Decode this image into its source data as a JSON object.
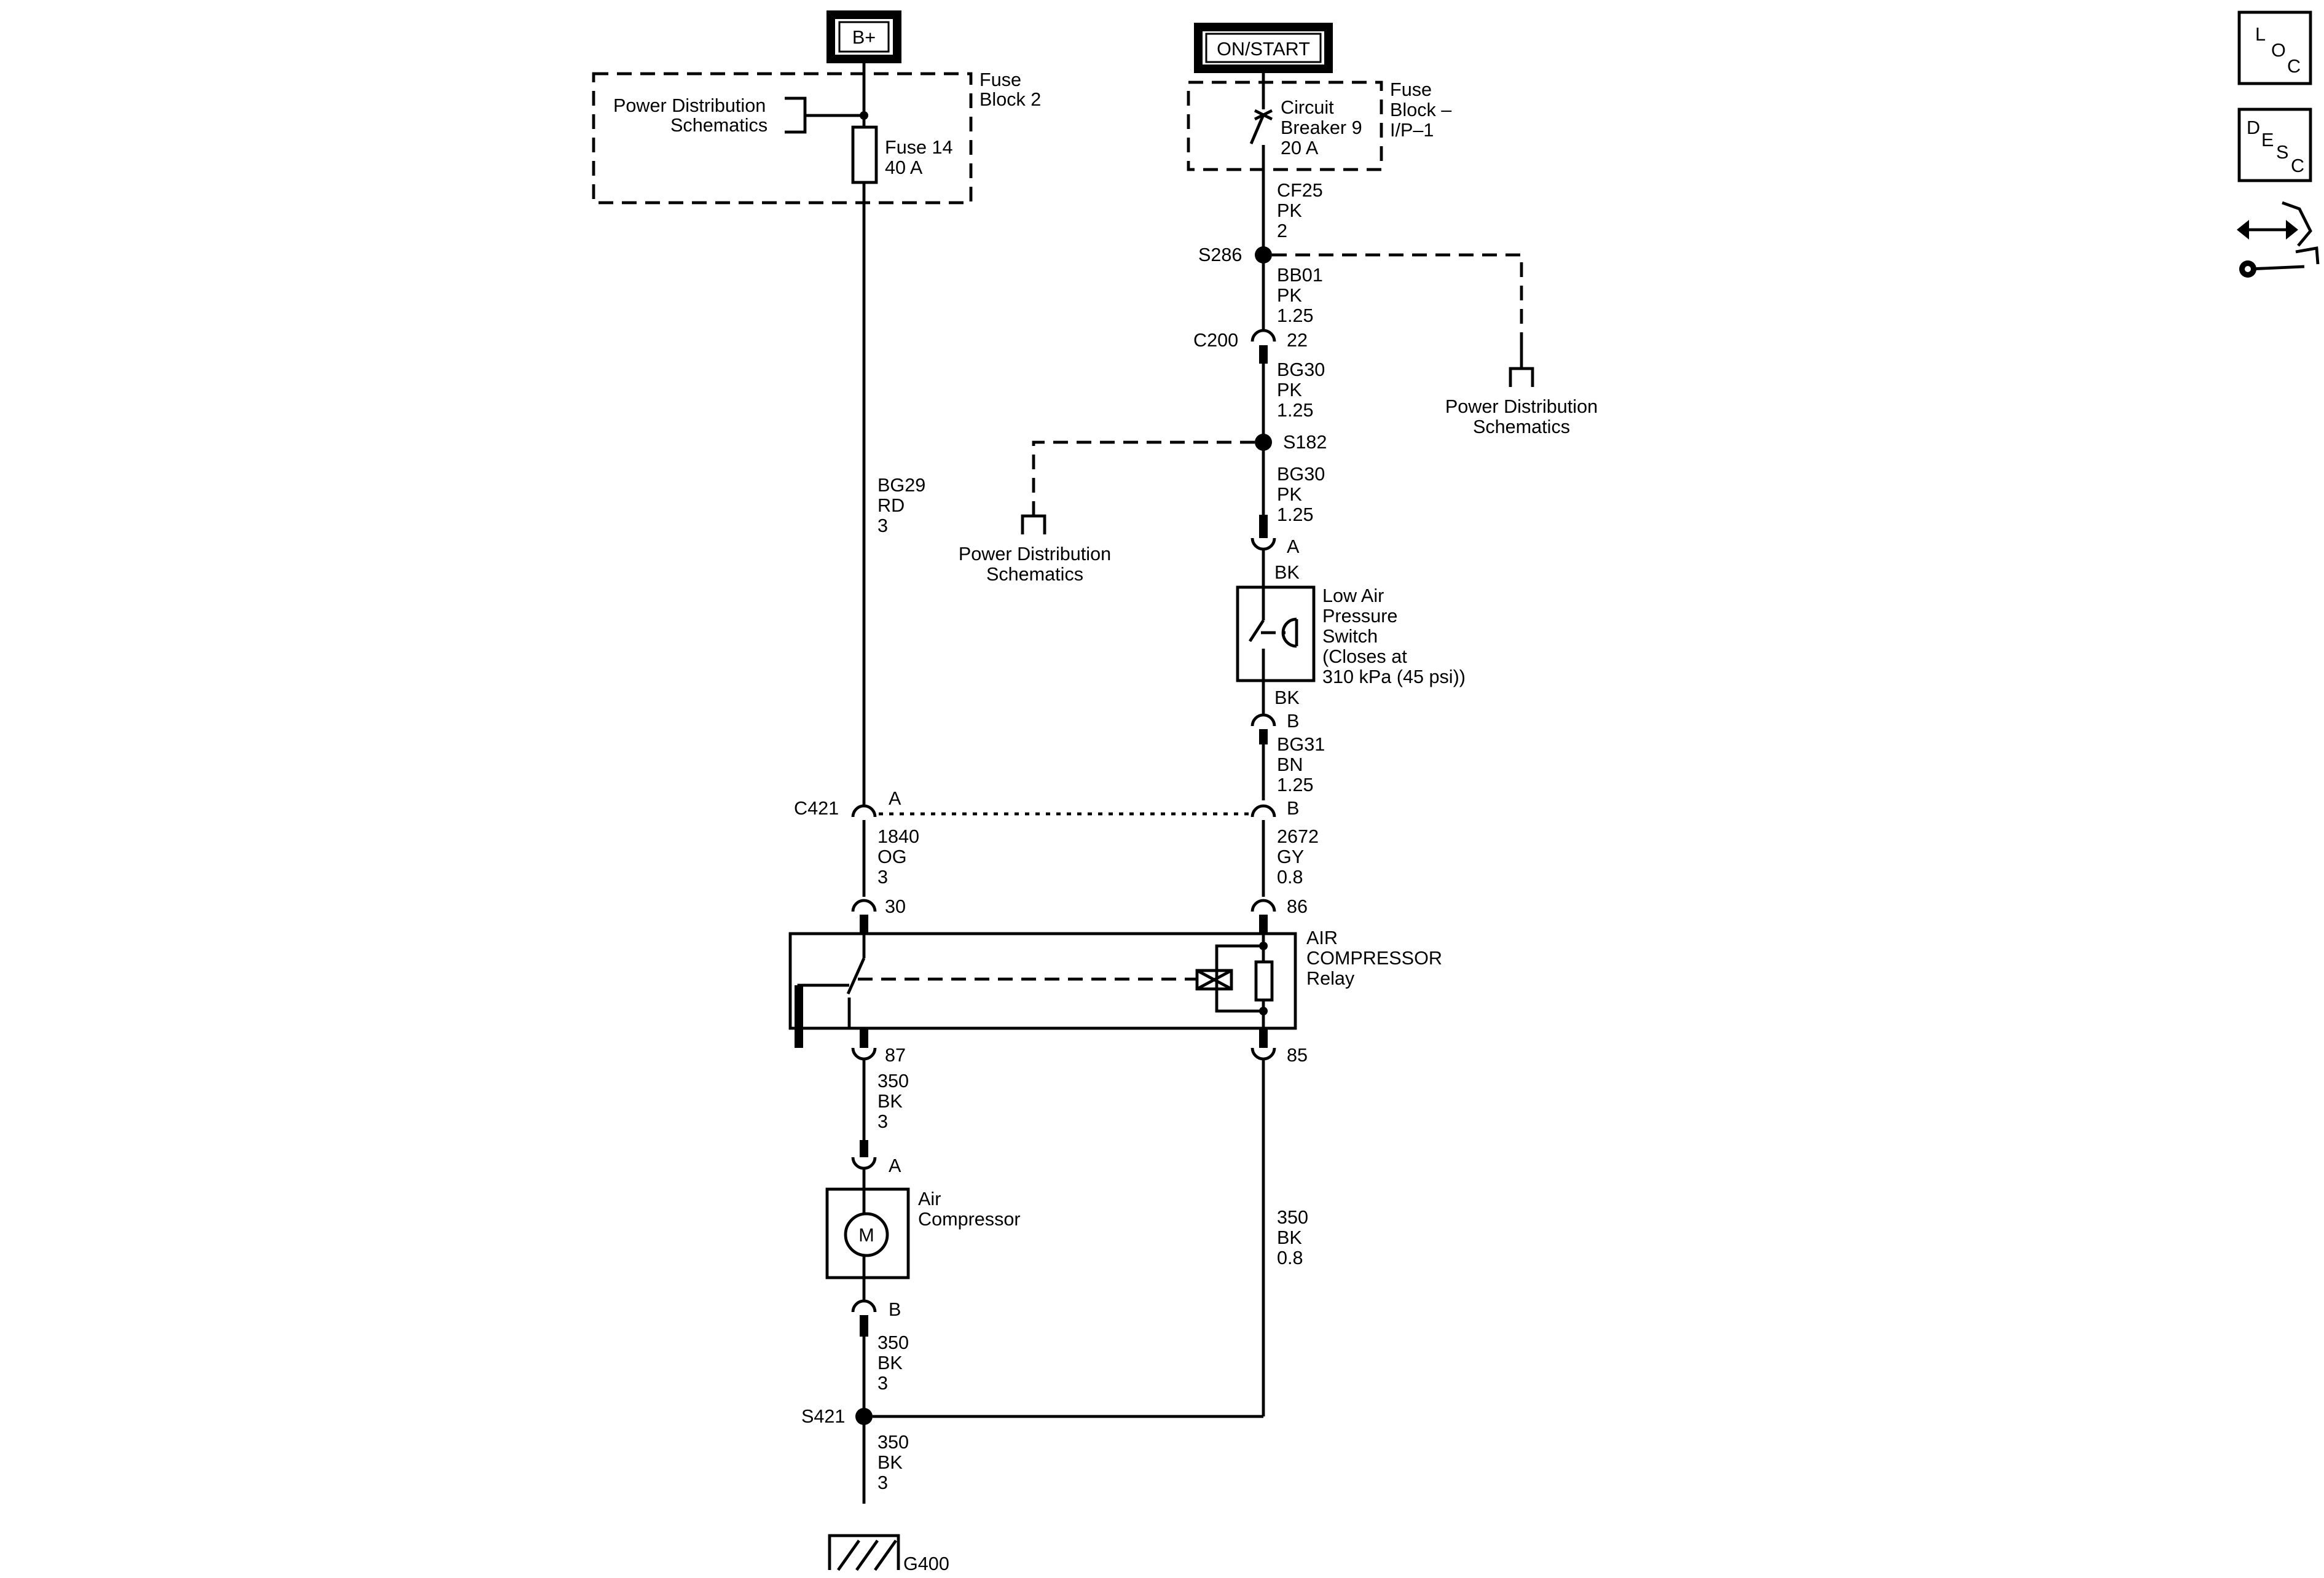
{
  "power_sources": {
    "bplus": "B+",
    "on_start": "ON/START"
  },
  "fuse_block_2": {
    "title_line1": "Fuse",
    "title_line2": "Block 2",
    "pd_line1": "Power Distribution",
    "pd_line2": "Schematics",
    "fuse_line1": "Fuse 14",
    "fuse_line2": "40 A"
  },
  "fuse_block_ip1": {
    "title_line1": "Fuse",
    "title_line2": "Block –",
    "title_line3": "I/P–1",
    "cb_line1": "Circuit",
    "cb_line2": "Breaker 9",
    "cb_line3": "20 A"
  },
  "wires": {
    "cf25": [
      "CF25",
      "PK",
      "2"
    ],
    "bb01": [
      "BB01",
      "PK",
      "1.25"
    ],
    "bg30a": [
      "BG30",
      "PK",
      "1.25"
    ],
    "bg30b": [
      "BG30",
      "PK",
      "1.25"
    ],
    "bg29": [
      "BG29",
      "RD",
      "3"
    ],
    "bg31": [
      "BG31",
      "BN",
      "1.25"
    ],
    "w1840": [
      "1840",
      "OG",
      "3"
    ],
    "w2672": [
      "2672",
      "GY",
      "0.8"
    ],
    "w350a": [
      "350",
      "BK",
      "3"
    ],
    "w350b": [
      "350",
      "BK",
      "0.8"
    ],
    "w350c": [
      "350",
      "BK",
      "3"
    ],
    "w350d": [
      "350",
      "BK",
      "3"
    ]
  },
  "splices": {
    "s286": "S286",
    "s182": "S182",
    "s421": "S421"
  },
  "connectors": {
    "c200": "C200",
    "c200_pin": "22",
    "c421": "C421",
    "c421_pin_a": "A",
    "c421_pin_b": "B",
    "switch_pin_a": "A",
    "switch_pin_b": "B",
    "relay_30": "30",
    "relay_86": "86",
    "relay_87": "87",
    "relay_85": "85",
    "comp_pin_a": "A",
    "comp_pin_b": "B"
  },
  "power_distribution_refs": {
    "left_line1": "Power Distribution",
    "left_line2": "Schematics",
    "right_line1": "Power Distribution",
    "right_line2": "Schematics"
  },
  "low_air_switch": {
    "lines": [
      "Low Air",
      "Pressure",
      "Switch",
      "(Closes at",
      "310 kPa (45 psi))"
    ],
    "bk_top": "BK",
    "bk_bottom": "BK"
  },
  "relay": {
    "line1": "AIR",
    "line2": "COMPRESSOR",
    "line3": "Relay"
  },
  "compressor": {
    "line1": "Air",
    "line2": "Compressor",
    "motor": "M"
  },
  "ground": {
    "label": "G400"
  },
  "side_icons": {
    "loc": [
      "L",
      "O",
      "C"
    ],
    "desc": [
      "D",
      "E",
      "S",
      "C"
    ],
    "nav_icon": "connector-wrench-icon"
  }
}
